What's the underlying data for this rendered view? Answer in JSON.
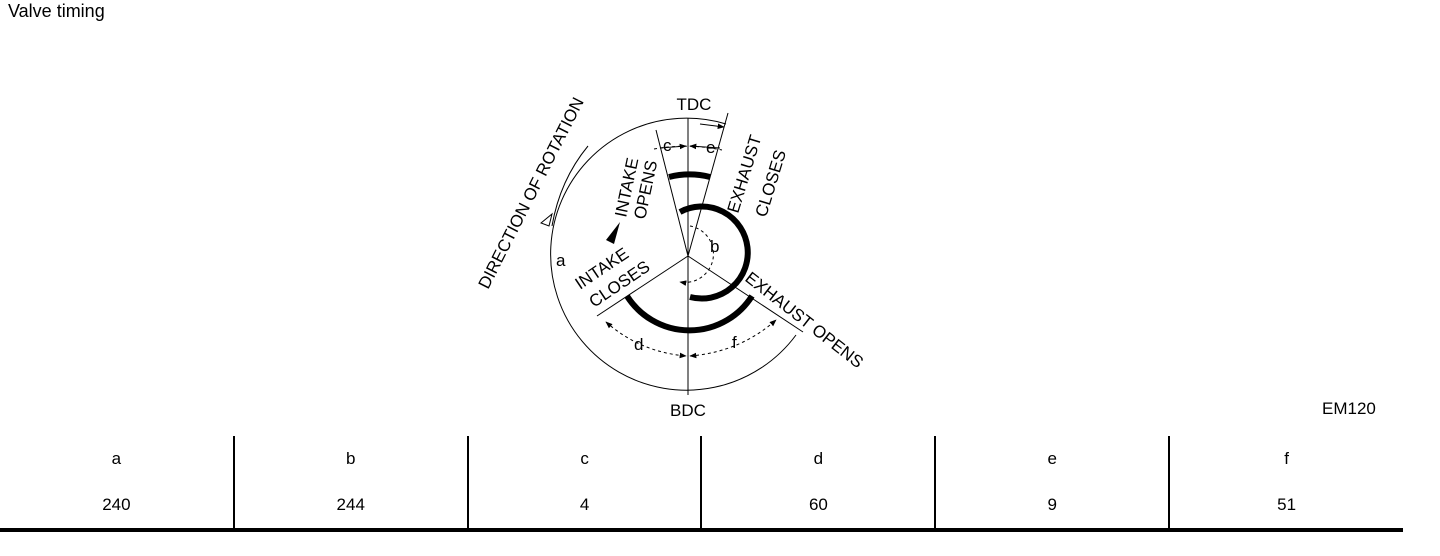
{
  "page": {
    "title": "Valve timing",
    "figure_code": "EM120"
  },
  "diagram": {
    "tdc": "TDC",
    "bdc": "BDC",
    "direction": "DIRECTION OF ROTATION",
    "intake_opens_1": "INTAKE",
    "intake_opens_2": "OPENS",
    "intake_closes_1": "INTAKE",
    "intake_closes_2": "CLOSES",
    "exhaust_closes_1": "EXHAUST",
    "exhaust_closes_2": "CLOSES",
    "exhaust_opens": "EXHAUST OPENS",
    "label_a": "a",
    "label_b": "b",
    "label_c": "c",
    "label_d": "d",
    "label_e": "e",
    "label_f": "f"
  },
  "table": {
    "headers": [
      "a",
      "b",
      "c",
      "d",
      "e",
      "f"
    ],
    "values": [
      "240",
      "244",
      "4",
      "60",
      "9",
      "51"
    ]
  }
}
